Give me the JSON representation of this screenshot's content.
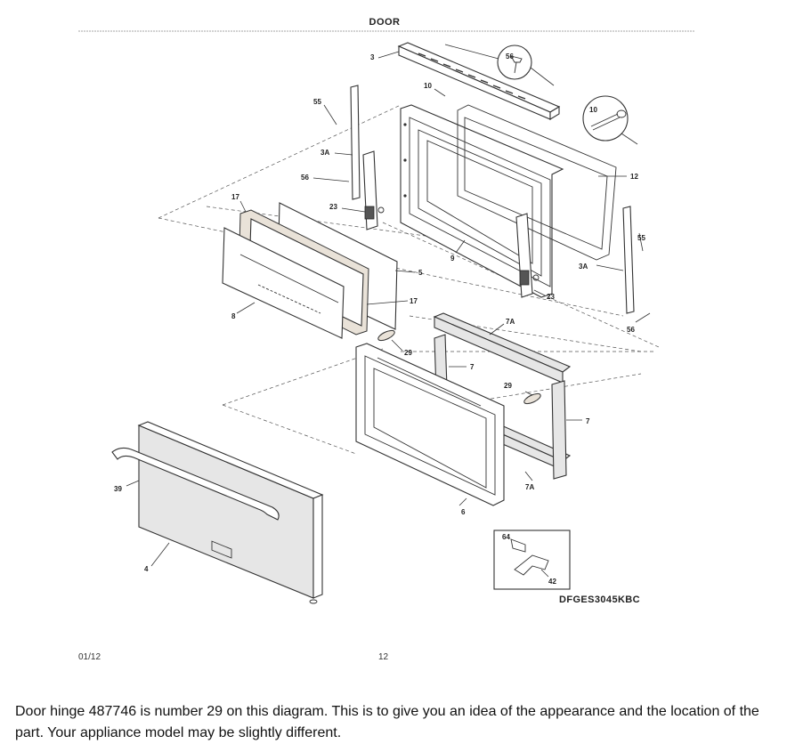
{
  "diagram": {
    "title": "DOOR",
    "model": "DFGES3045KBC",
    "footer_date": "01/12",
    "footer_page": "12",
    "callouts": [
      {
        "id": "c-3-top",
        "label": "3"
      },
      {
        "id": "c-56-circle",
        "label": "56"
      },
      {
        "id": "c-10-top",
        "label": "10"
      },
      {
        "id": "c-10-circle",
        "label": "10"
      },
      {
        "id": "c-55-left",
        "label": "55"
      },
      {
        "id": "c-3a-left",
        "label": "3A"
      },
      {
        "id": "c-56-left",
        "label": "56"
      },
      {
        "id": "c-12",
        "label": "12"
      },
      {
        "id": "c-17-top",
        "label": "17"
      },
      {
        "id": "c-23-left",
        "label": "23"
      },
      {
        "id": "c-9",
        "label": "9"
      },
      {
        "id": "c-55-right",
        "label": "55"
      },
      {
        "id": "c-3a-right",
        "label": "3A"
      },
      {
        "id": "c-5",
        "label": "5"
      },
      {
        "id": "c-23-right",
        "label": "23"
      },
      {
        "id": "c-17-bottom",
        "label": "17"
      },
      {
        "id": "c-8",
        "label": "8"
      },
      {
        "id": "c-56-right",
        "label": "56"
      },
      {
        "id": "c-7a-top",
        "label": "7A"
      },
      {
        "id": "c-29-left",
        "label": "29"
      },
      {
        "id": "c-7-left",
        "label": "7"
      },
      {
        "id": "c-29-right",
        "label": "29"
      },
      {
        "id": "c-7-right",
        "label": "7"
      },
      {
        "id": "c-39",
        "label": "39"
      },
      {
        "id": "c-7a-bottom",
        "label": "7A"
      },
      {
        "id": "c-6",
        "label": "6"
      },
      {
        "id": "c-64",
        "label": "64"
      },
      {
        "id": "c-42",
        "label": "42"
      },
      {
        "id": "c-4",
        "label": "4"
      }
    ]
  },
  "caption": "Door hinge 487746 is number 29 on this diagram. This is to give you an idea of the appearance and the location of the part. Your appliance model may be slightly different."
}
